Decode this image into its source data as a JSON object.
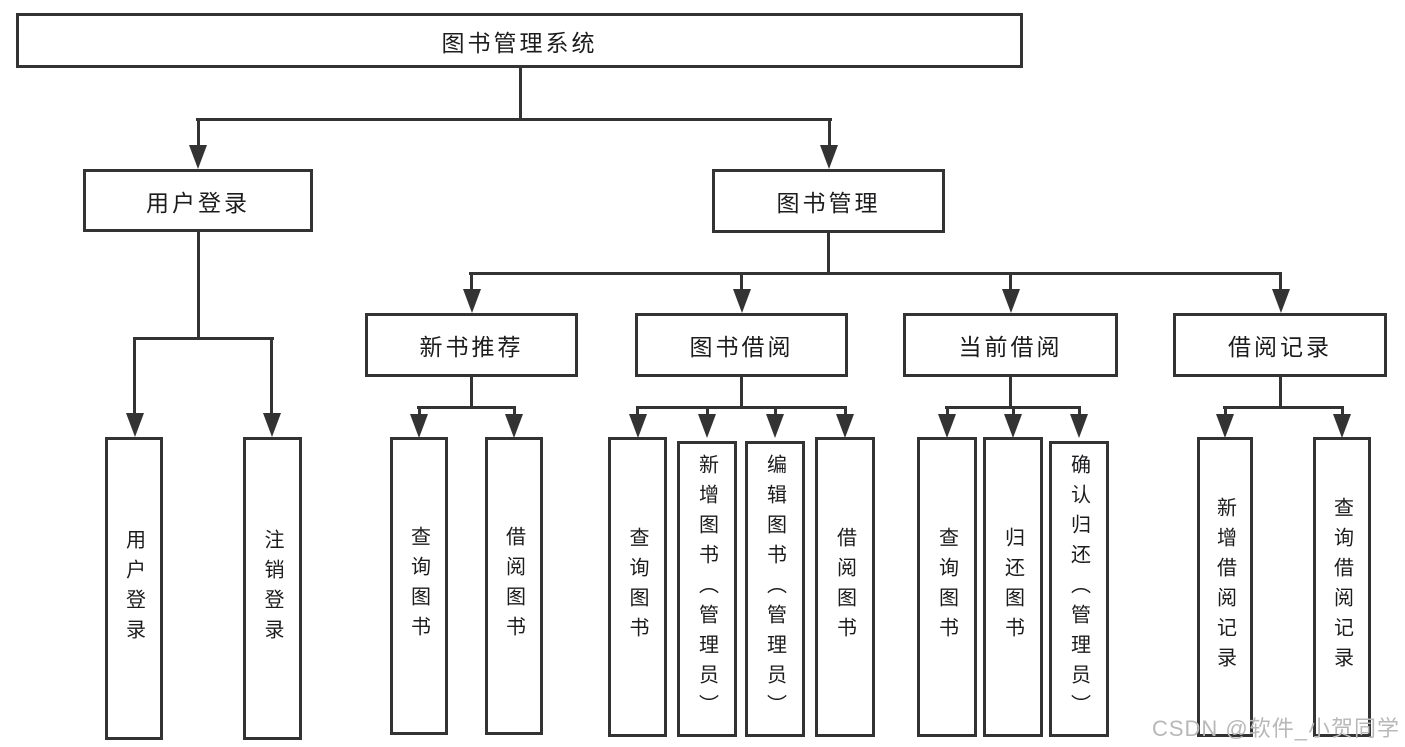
{
  "diagram": {
    "root_label": "图书管理系统",
    "level2": [
      {
        "label": "用户登录"
      },
      {
        "label": "图书管理"
      }
    ],
    "level3": [
      {
        "label": "新书推荐"
      },
      {
        "label": "图书借阅"
      },
      {
        "label": "当前借阅"
      },
      {
        "label": "借阅记录"
      }
    ],
    "leaves": {
      "user_login": [
        {
          "label": "用户登录"
        },
        {
          "label": "注销登录"
        }
      ],
      "new_book": [
        {
          "label": "查询图书"
        },
        {
          "label": "借阅图书"
        }
      ],
      "book_borrow": [
        {
          "label": "查询图书"
        },
        {
          "label": "新增图书（管理员）"
        },
        {
          "label": "编辑图书（管理员）"
        },
        {
          "label": "借阅图书"
        }
      ],
      "current_borrow": [
        {
          "label": "查询图书"
        },
        {
          "label": "归还图书"
        },
        {
          "label": "确认归还（管理员）"
        }
      ],
      "borrow_record": [
        {
          "label": "新增借阅记录"
        },
        {
          "label": "查询借阅记录"
        }
      ]
    }
  },
  "watermark": "CSDN @软件_小贺同学",
  "colors": {
    "line": "#333333",
    "text": "#1c1c1e",
    "watermark": "#b8b8b8",
    "background": "#ffffff"
  }
}
